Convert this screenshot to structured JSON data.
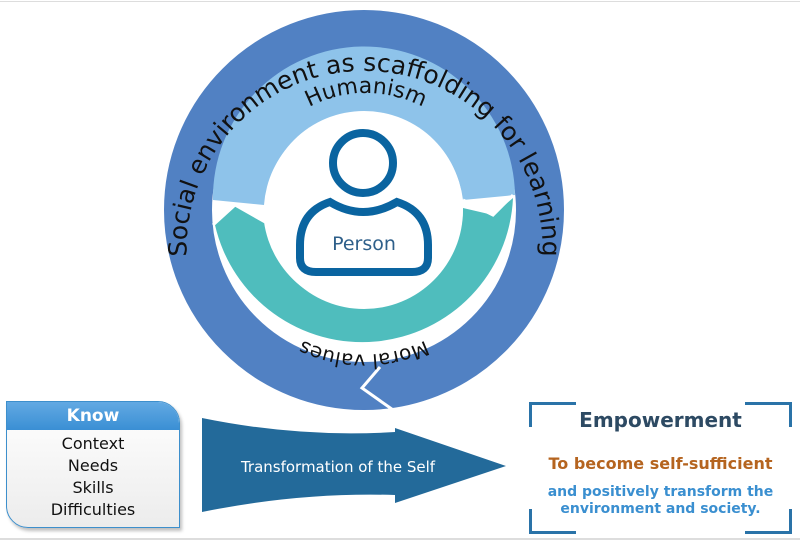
{
  "circle": {
    "outer_label": "Social environment as scaffolding for learning",
    "top_label": "Humanism",
    "bottom_label": "Moral values",
    "center_label": "Person"
  },
  "know": {
    "title": "Know",
    "items": [
      "Context",
      "Needs",
      "Skills",
      "Difficulties"
    ]
  },
  "arrow": {
    "label": "Transformation of the Self"
  },
  "empowerment": {
    "title": "Empowerment",
    "subtitle": "To become self-sufficient",
    "description": "and positively transform the environment and society."
  },
  "colors": {
    "outer_ring": "#5181c3",
    "humanism": "#8ec3ea",
    "moral": "#4fbdbd",
    "person": "#0a64a0",
    "arrow": "#236a9a"
  }
}
